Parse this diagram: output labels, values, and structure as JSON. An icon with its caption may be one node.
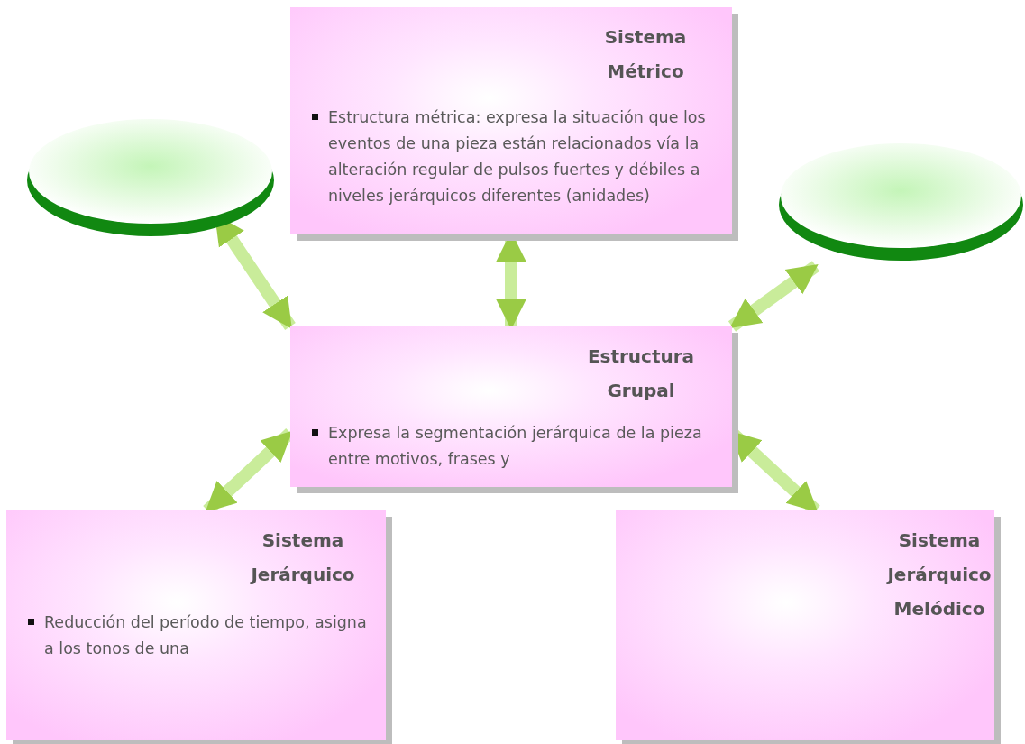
{
  "diagram": {
    "nodes": [
      {
        "text": [],
        "shape": "ellipse"
      },
      {
        "text": [
          "Sistema Métrico",
          "Estructura métrica: expresa la situación que los eventos de una pieza están relacionados vía la alteración regular de pulsos fuertes y débiles a niveles jerárquicos diferentes (anidades)"
        ]
      },
      {
        "text": [],
        "shape": "ellipse"
      },
      {
        "text": [
          "Estructura Grupal",
          "Expresa la segmentación jerárquica de la pieza entre motivos, frases y"
        ]
      },
      {
        "text": [
          "Sistema Jerárquico",
          "Reducción del período de tiempo, asigna a los tonos de una"
        ]
      },
      {
        "text": [
          "Sistema Jerárquico Melódico"
        ]
      }
    ],
    "edges": [
      {
        "from": 0,
        "to": 3,
        "arrow": "both"
      },
      {
        "from": 1,
        "to": 3,
        "arrow": "both"
      },
      {
        "from": 2,
        "to": 3,
        "arrow": "both"
      },
      {
        "from": 3,
        "to": 4,
        "arrow": "both"
      },
      {
        "from": 3,
        "to": 5,
        "arrow": "both"
      }
    ]
  }
}
